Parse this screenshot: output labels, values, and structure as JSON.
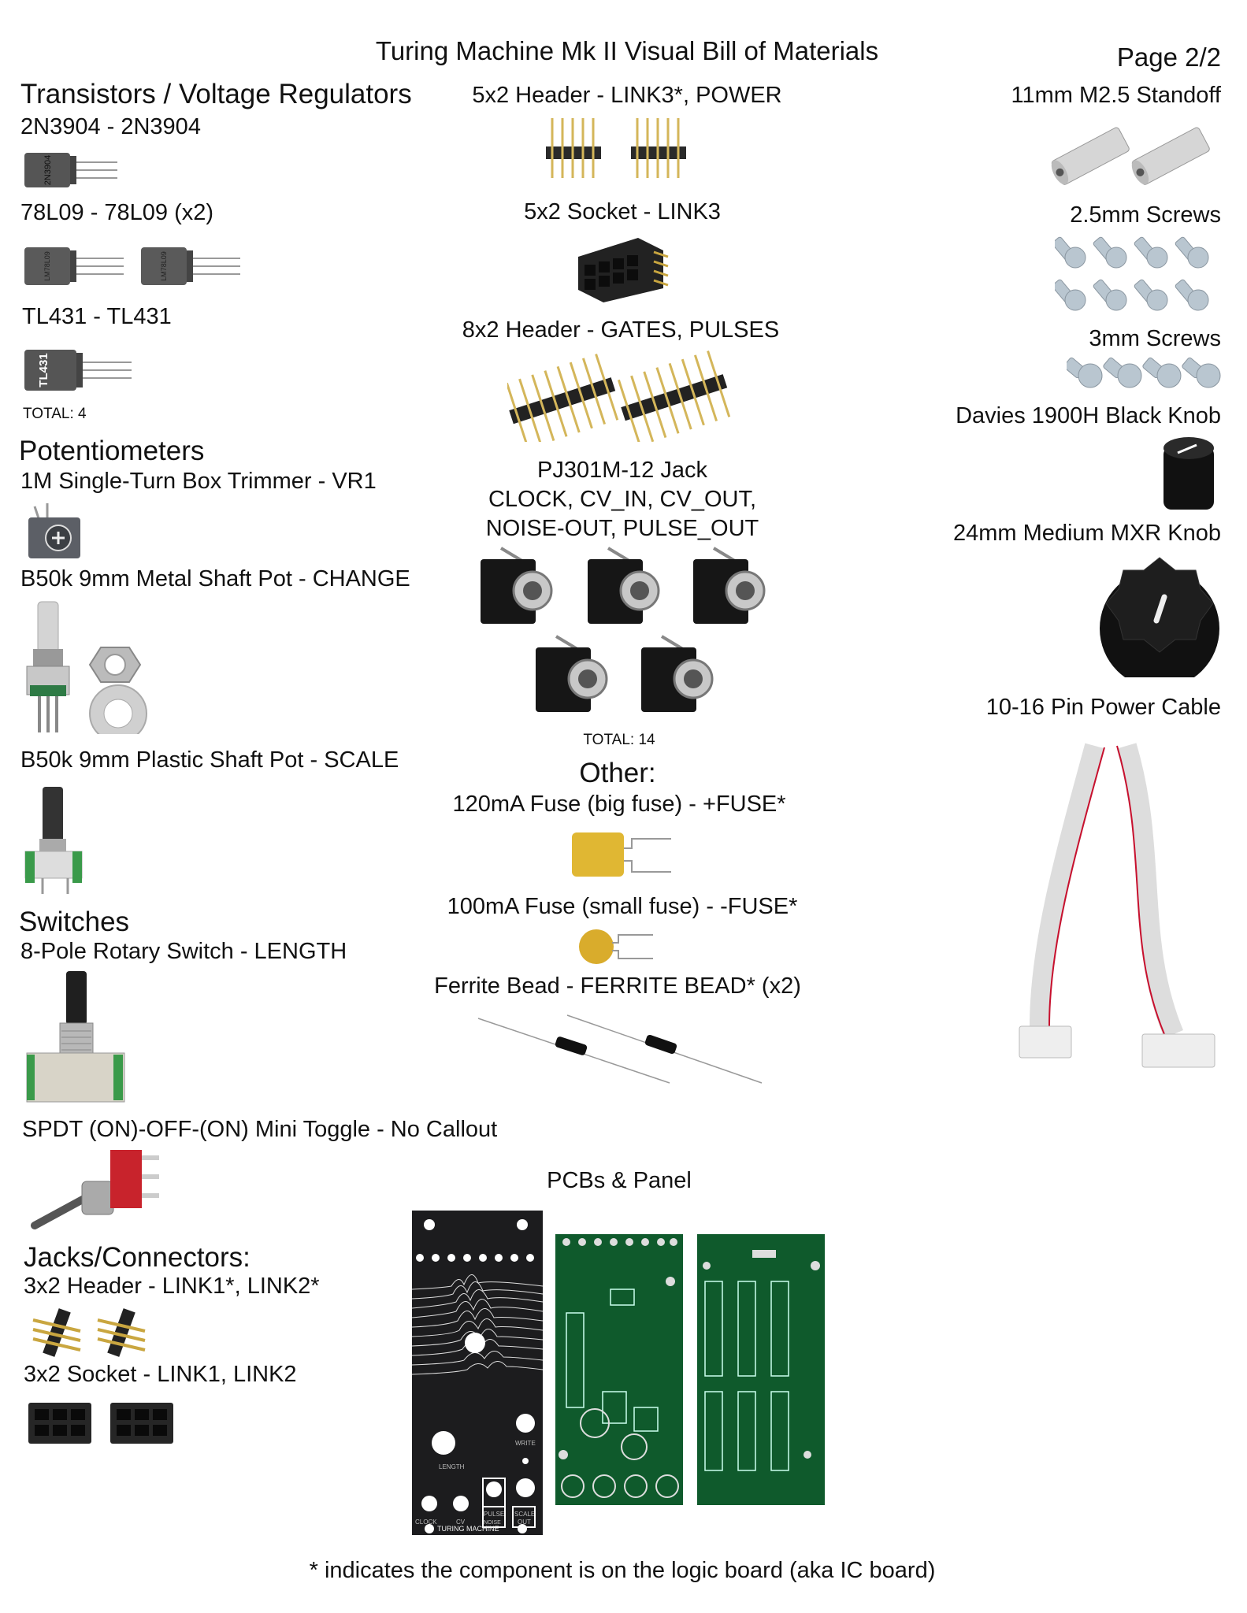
{
  "title": "Turing Machine Mk II Visual Bill of Materials",
  "page": "Page 2/2",
  "footer": "* indicates the component is on the logic board (aka IC board)",
  "left": {
    "transistors_heading": "Transistors / Voltage Regulators",
    "t1": "2N3904 - 2N3904",
    "t1_marking": "2N3904",
    "t2": "78L09 - 78L09 (x2)",
    "t2_marking": "LM78L09",
    "t3": "TL431 - TL431",
    "t3_marking": "TL431",
    "transistors_total": "TOTAL: 4",
    "pots_heading": "Potentiometers",
    "p1": "1M Single-Turn Box Trimmer - VR1",
    "p2": "B50k 9mm Metal Shaft Pot - CHANGE",
    "p3": "B50k 9mm Plastic Shaft Pot - SCALE",
    "switches_heading": "Switches",
    "s1": "8-Pole Rotary Switch - LENGTH",
    "s2": "SPDT (ON)-OFF-(ON) Mini Toggle - No Callout",
    "jacks_heading": "Jacks/Connectors:",
    "j1": "3x2 Header - LINK1*, LINK2*",
    "j2": "3x2 Socket - LINK1, LINK2"
  },
  "middle": {
    "h1": "5x2 Header - LINK3*, POWER",
    "h2": "5x2 Socket - LINK3",
    "h3": "8x2 Header - GATES, PULSES",
    "jack_line1": "PJ301M-12 Jack",
    "jack_line2": "CLOCK, CV_IN, CV_OUT,",
    "jack_line3": "NOISE-OUT, PULSE_OUT",
    "jacks_total": "TOTAL: 14",
    "other_heading": "Other:",
    "o1": "120mA Fuse (big fuse) - +FUSE*",
    "o2": "100mA Fuse (small fuse) - -FUSE*",
    "o3": "Ferrite Bead - FERRITE BEAD* (x2)",
    "pcbs_heading": "PCBs & Panel",
    "panel": {
      "labels": [
        "LENGTH",
        "WRITE",
        "PULSE",
        "SCALE",
        "CLOCK",
        "CV",
        "NOISE",
        "OUT"
      ],
      "brand": "TURING MACHINE"
    }
  },
  "right": {
    "r1": "11mm M2.5 Standoff",
    "r2": "2.5mm Screws",
    "r3": "3mm Screws",
    "r4": "Davies 1900H Black Knob",
    "r5": "24mm Medium MXR Knob",
    "r6": "10-16 Pin Power Cable"
  },
  "colors": {
    "pcb_green": "#0f5a2c",
    "panel_black": "#1c1c1e",
    "fuse_yellow": "#e0b733",
    "toggle_red": "#c8232c",
    "cable_red_stripe": "#c8102e"
  }
}
